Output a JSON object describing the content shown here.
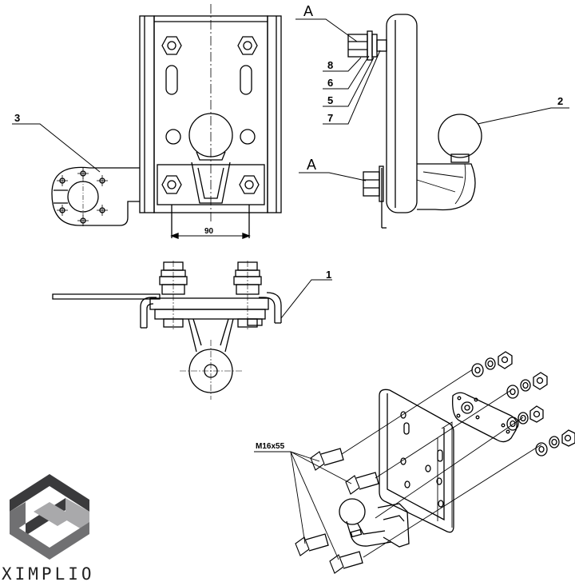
{
  "drawing": {
    "callouts": [
      "1",
      "2",
      "3",
      "5",
      "6",
      "7",
      "8"
    ],
    "section_mark": "A",
    "dimension": "90",
    "bolt_spec": "M16x55"
  },
  "brand": {
    "name": "XIMPLIO",
    "colors": {
      "logo_dark": "#3a3a3c",
      "logo_mid": "#707072",
      "logo_light": "#a9a9ab"
    }
  },
  "colors": {
    "line": "#000000",
    "background": "#ffffff"
  }
}
